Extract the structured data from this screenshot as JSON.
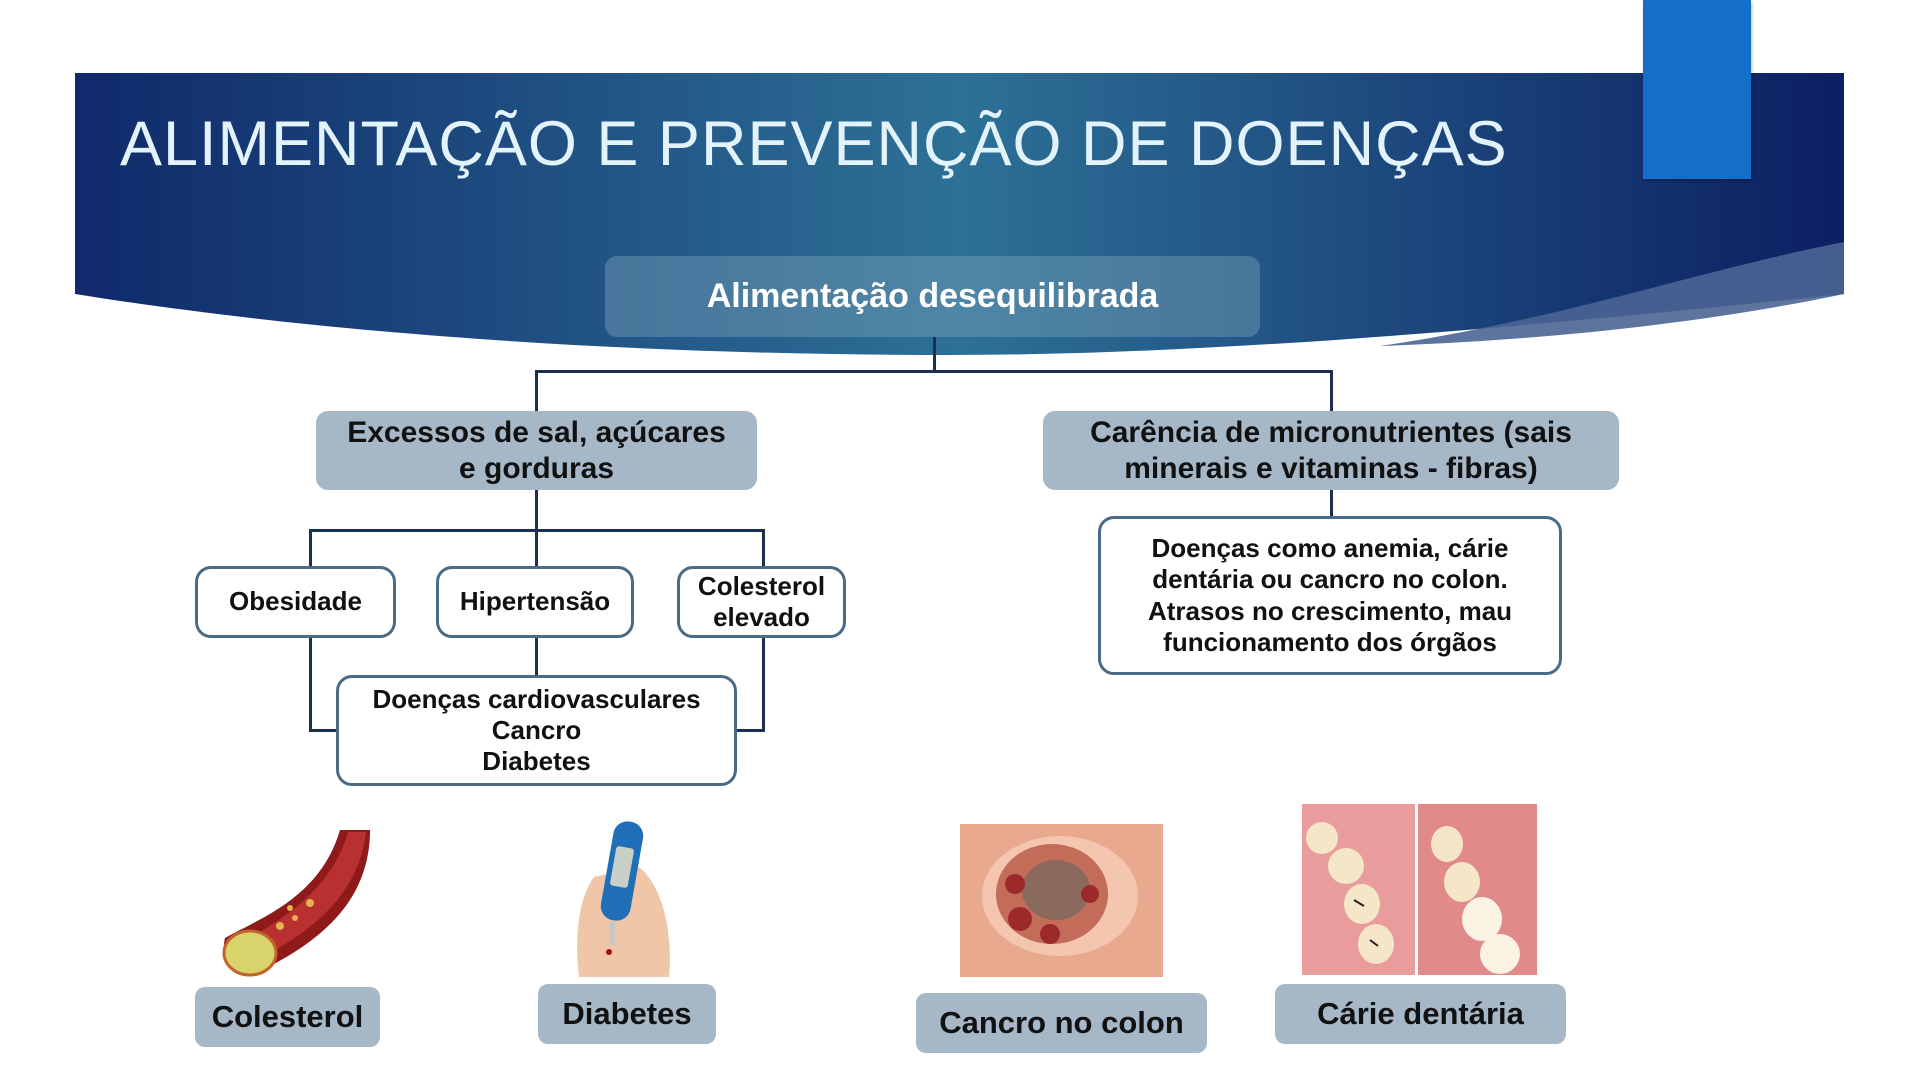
{
  "slide": {
    "title": "ALIMENTAÇÃO E PREVENÇÃO DE DOENÇAS",
    "colors": {
      "banner_dark": "#0f2a66",
      "banner_mid": "#2e6f95",
      "accent": "#136fc9",
      "node_fill": "#a6b8c8",
      "node_border": "#4b6a85",
      "connector": "#1b2f4e",
      "title_text": "#e3f3fb"
    }
  },
  "diagram": {
    "root": {
      "label": "Alimentação desequilibrada"
    },
    "left_branch": {
      "label": "Excessos de sal, açúcares\ne gorduras",
      "children": [
        {
          "label": "Obesidade"
        },
        {
          "label": "Hipertensão"
        },
        {
          "label": "Colesterol\nelevado"
        }
      ],
      "outcome": {
        "label": "Doenças cardiovasculares\nCancro\nDiabetes"
      }
    },
    "right_branch": {
      "label": "Carência de micronutrientes (sais\nminerais e vitaminas - fibras)",
      "outcome": {
        "label": "Doenças como anemia, cárie\ndentária ou cancro no colon.\nAtrasos no crescimento, mau\nfuncionamento dos órgãos"
      }
    }
  },
  "examples": [
    {
      "label": "Colesterol",
      "image": "artery-plaque-illustration"
    },
    {
      "label": "Diabetes",
      "image": "glucose-meter-photo"
    },
    {
      "label": "Cancro no colon",
      "image": "colon-tumor-photo"
    },
    {
      "label": "Cárie dentária",
      "image": "tooth-decay-photo"
    }
  ]
}
